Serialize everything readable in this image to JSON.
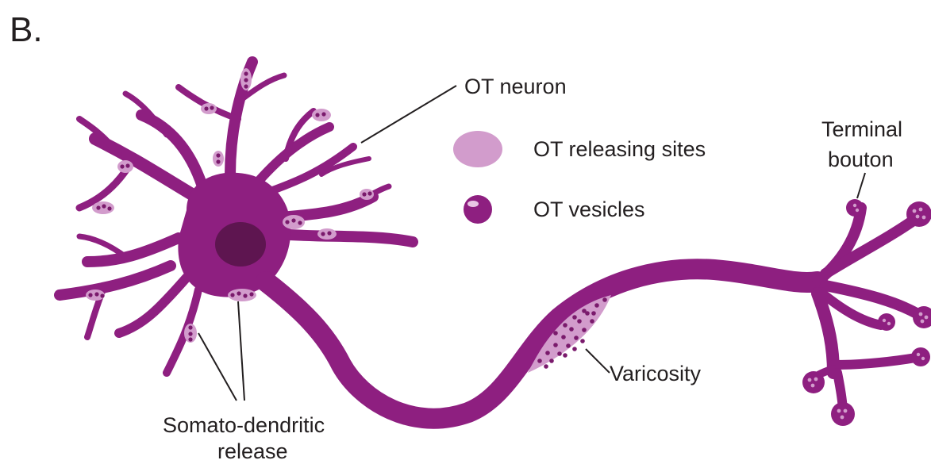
{
  "panel_label": "B.",
  "labels": {
    "neuron": "OT neuron",
    "terminal_line1": "Terminal",
    "terminal_line2": "bouton",
    "varicosity": "Varicosity",
    "somato_line1": "Somato-dendritic",
    "somato_line2": "release"
  },
  "legend": [
    {
      "label": "OT releasing sites",
      "icon": "releasing-site-swatch"
    },
    {
      "label": "OT vesicles",
      "icon": "vesicle-swatch"
    }
  ],
  "colors": {
    "neuron": "#8e1f80",
    "nucleus": "#5e1550",
    "release_site": "#d29ccc",
    "vesicle": "#7a1a6c",
    "text": "#231f20"
  }
}
